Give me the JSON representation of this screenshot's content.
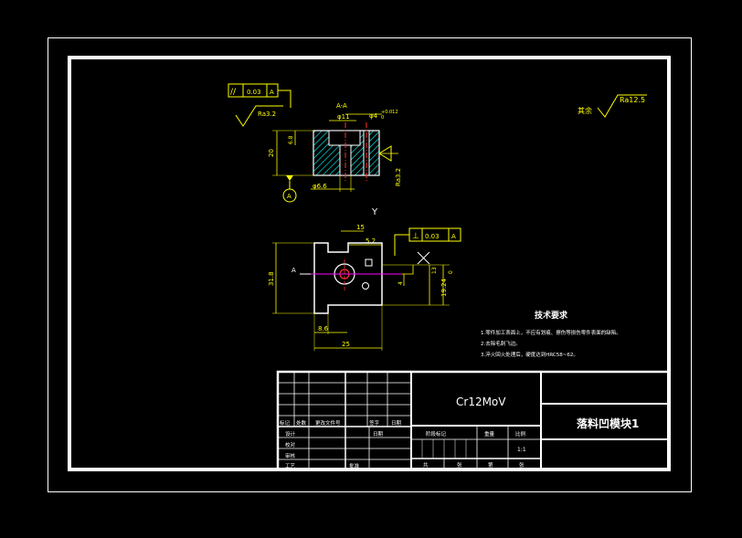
{
  "colors": {
    "background": "#000000",
    "frame": "#ffffff",
    "dimension": "#ffff00",
    "part_outline": "#ffffff",
    "hatch": "#00ffff",
    "center_line": "#ff3030",
    "cut_plane": "#ff00ff"
  },
  "section_view": {
    "label": "A-A",
    "flatness_symbol": "//",
    "flatness_value": "0.03",
    "flatness_datum": "A",
    "roughness_left": "Ra3.2",
    "roughness_right": "Ra3.2",
    "dim_hole_top": "φ11",
    "dim_hole_fit": "φ4",
    "dim_hole_tol": "+0.012",
    "dim_hole_tol_low": "0",
    "dim_height": "20",
    "dim_counterbore_depth": "6.8",
    "dim_bottom": "φ6.6",
    "datum_label": "A"
  },
  "plan_view": {
    "view_marker_top": "Y",
    "dim_top": "15",
    "dim_inner": "5.2",
    "flatness_symbol": "⊥",
    "flatness_value": "0.03",
    "flatness_datum": "A",
    "dim_left": "31.8",
    "dim_right_a": "4",
    "dim_right_b": "13",
    "dim_right_c": "19.24",
    "dim_right_d": "0",
    "dim_bottom_small": "8.6",
    "dim_bottom_total": "25",
    "section_mark_left": "A"
  },
  "surface_finish_note": {
    "label": "其余",
    "value": "Ra12.5"
  },
  "technical_requirements": {
    "title": "技术要求",
    "items": [
      "1.零件加工表面上，不应有划痕、擦伤等损伤零件表面的缺陷。",
      "2.去除毛刺飞边。",
      "3.淬火回火处理后，硬度达到HRC58~62。"
    ]
  },
  "title_block": {
    "material": "Cr12MoV",
    "part_name": "落料凹模块1",
    "header_cells": [
      "标记",
      "处数",
      "更改文件号",
      "签字",
      "日期"
    ],
    "role_rows": [
      "设计",
      "校对",
      "审核",
      "工艺"
    ],
    "approve": "批准",
    "date": "日期",
    "stage_label": "阶段标记",
    "weight_label": "重量",
    "scale_label": "比例",
    "scale_value": "1:1",
    "sheets_total": "共",
    "sheet_label": "张",
    "sheet_num": "第",
    "sheet_label_2": "张"
  }
}
